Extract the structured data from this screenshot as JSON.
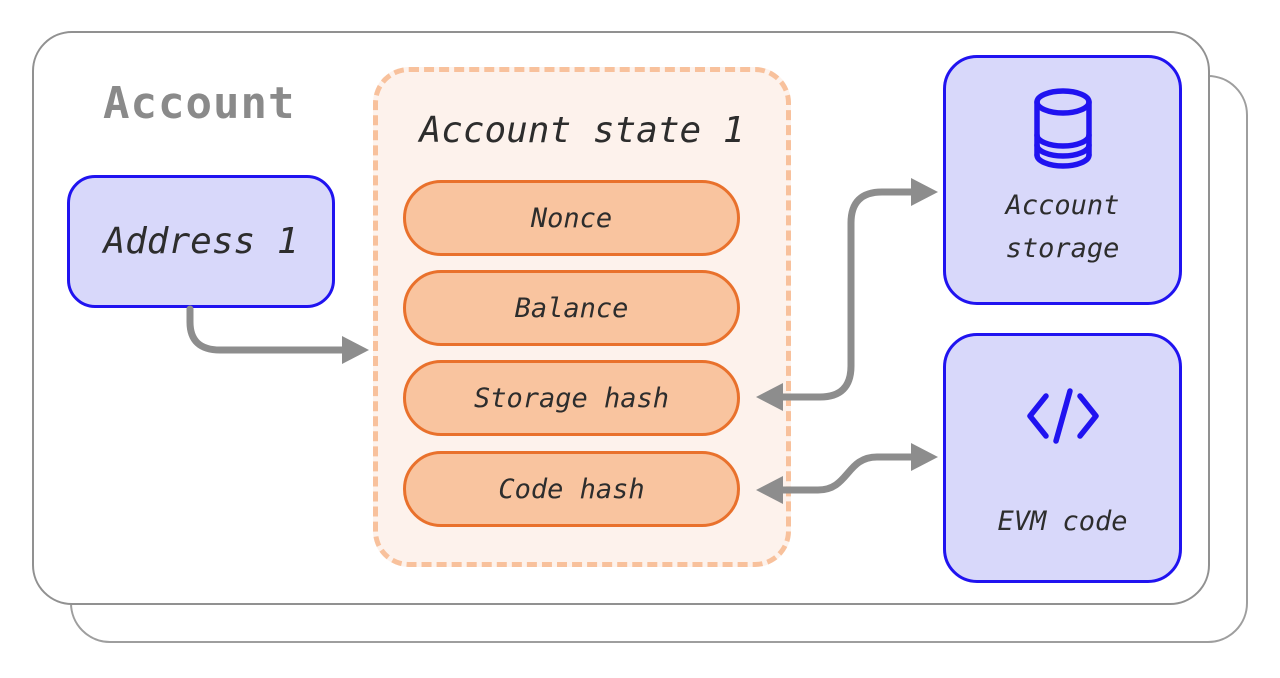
{
  "diagram": {
    "outer": {
      "title": "Account"
    },
    "address_box": {
      "label": "Address 1"
    },
    "state_container": {
      "title": "Account state 1",
      "fields": [
        {
          "label": "Nonce"
        },
        {
          "label": "Balance"
        },
        {
          "label": "Storage hash"
        },
        {
          "label": "Code hash"
        }
      ]
    },
    "storage_box": {
      "label_line1": "Account",
      "label_line2": "storage",
      "icon": "database-icon"
    },
    "evm_box": {
      "label": "EVM code",
      "icon": "code-icon"
    },
    "connectors": [
      {
        "name": "address-to-state-arrow",
        "from": "Address 1",
        "to": "Account state 1",
        "heads": "end"
      },
      {
        "name": "storage-hash-to-account-storage-arrow",
        "from": "Storage hash",
        "to": "Account storage",
        "heads": "both"
      },
      {
        "name": "code-hash-to-evm-code-arrow",
        "from": "Code hash",
        "to": "EVM code",
        "heads": "both"
      }
    ],
    "colors": {
      "accent_blue": "#2013f0",
      "lavender_fill": "#d8d8fa",
      "orange_border": "#e9712c",
      "orange_fill": "#f9c49f",
      "cream_fill": "#fdf2ec",
      "dash_border": "#f8c19c",
      "arrow_gray": "#8d8d8d",
      "outline_gray": "#919191",
      "title_gray": "#8a8a8a",
      "text_dark": "#2d2d2d"
    }
  }
}
